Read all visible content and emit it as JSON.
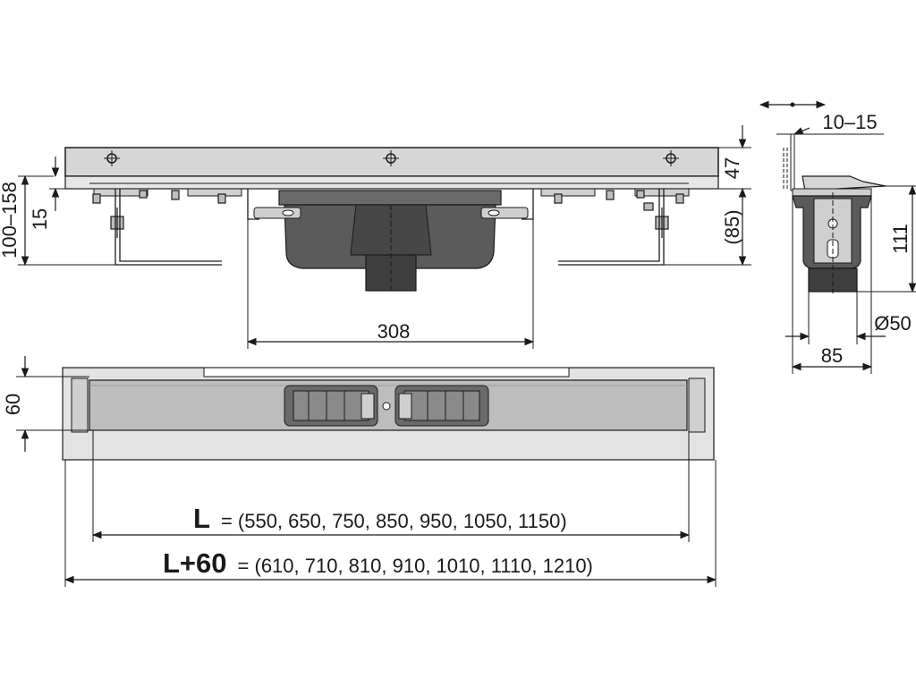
{
  "dimensions": {
    "height_range": "100–158",
    "offset_15": "15",
    "top_47": "47",
    "side_85_paren": "(85)",
    "width_308": "308",
    "height_60": "60",
    "adjust_10_15": "10–15",
    "height_111": "111",
    "diameter_50": "Ø50",
    "width_85": "85"
  },
  "lengths": {
    "L_label": "L",
    "L_values": "= (550, 650, 750, 850, 950, 1050, 1150)",
    "L60_label": "L+60",
    "L60_values": "= (610, 710, 810, 910, 1010, 1110, 1210)"
  },
  "colors": {
    "steel_light": "#d6d6d6",
    "steel_mid": "#bdbdbd",
    "body_dark": "#5b5b5b",
    "body_darker": "#3f3f3f",
    "line": "#1a1a1a"
  }
}
